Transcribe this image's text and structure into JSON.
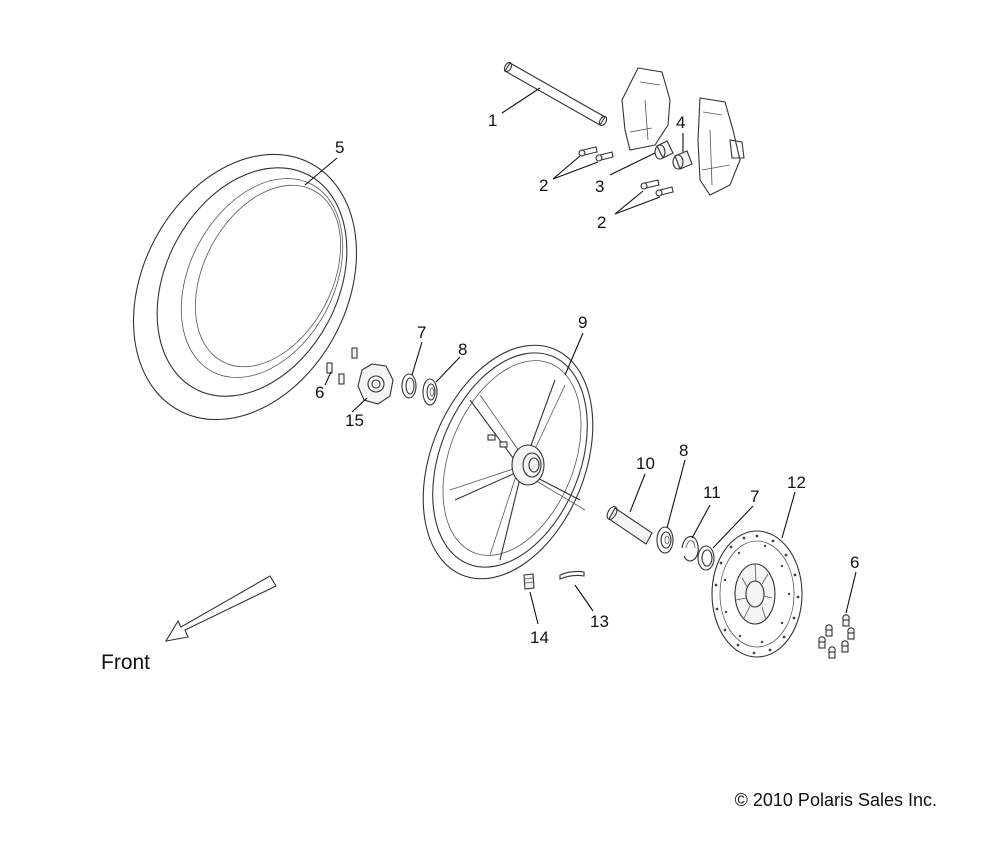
{
  "diagram": {
    "front_label": "Front",
    "copyright": "© 2010 Polaris Sales Inc.",
    "callouts": [
      "1",
      "2",
      "2",
      "3",
      "4",
      "5",
      "6",
      "6",
      "7",
      "7",
      "8",
      "8",
      "9",
      "10",
      "11",
      "12",
      "13",
      "14",
      "15"
    ]
  },
  "colors": {
    "line": "#333333",
    "text": "#111111",
    "background": "#ffffff"
  }
}
